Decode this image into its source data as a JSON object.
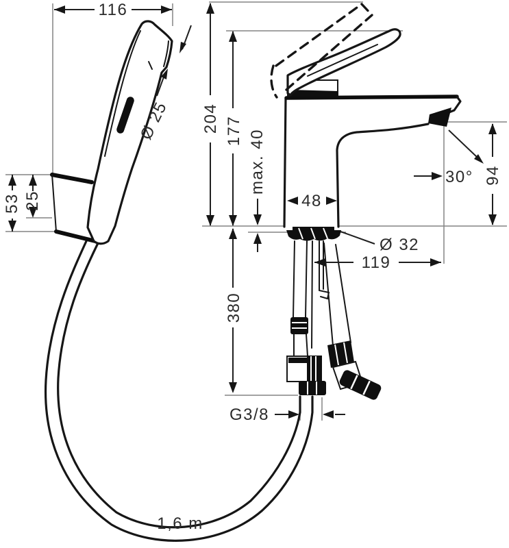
{
  "labels": {
    "head_width": "116",
    "spray_head_diameter": "Ø 25",
    "bracket_height": "53",
    "bracket_inner": "25",
    "height_lever_open": "204",
    "height_total": "177",
    "max_mounting_thickness": "max. 40",
    "body_width": "48",
    "spray_angle": "30°",
    "spout_height": "94",
    "tap_hole_diameter": "Ø 32",
    "spout_reach": "119",
    "connection_drop": "380",
    "thread_size": "G3/8",
    "hose_length": "1,6 m"
  },
  "colors": {
    "ink": "#161616",
    "dimension_line": "#1f1f1f",
    "extension_line": "#848484",
    "label_text": "#2b2b2b",
    "background": "#ffffff"
  }
}
